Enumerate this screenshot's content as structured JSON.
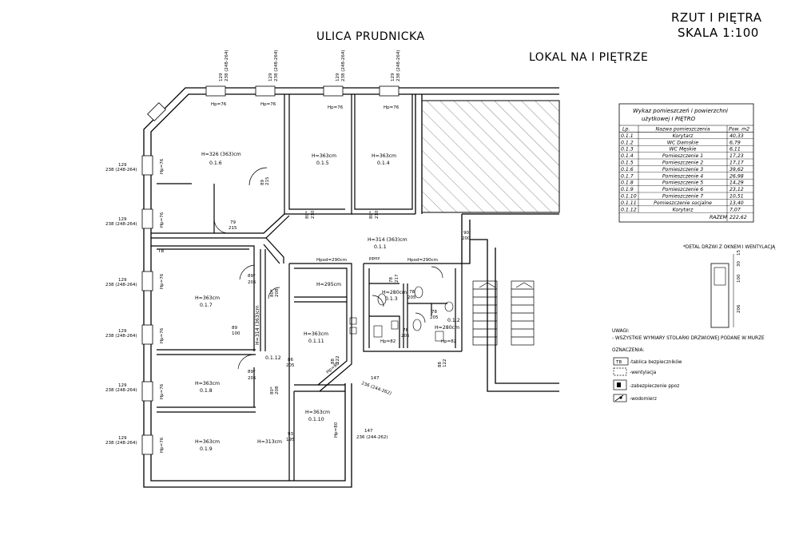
{
  "title": {
    "line1": "RZUT I PIĘTRA",
    "line2": "SKALA 1:100"
  },
  "street": "ULICA PRUDNICKA",
  "unit": "LOKAL NA I PIĘTRZE",
  "table": {
    "heading1": "Wykaz pomieszczeń i powierzchni",
    "heading2": "użytkowej     I PIĘTRO",
    "col_lp": "Lp.",
    "col_name": "Nazwa pomieszczenia",
    "col_area": "Pow. m2",
    "rows": [
      {
        "lp": "0.1.1",
        "name": "Korytarz",
        "area": "40,33"
      },
      {
        "lp": "0.1.2",
        "name": "WC Damskie",
        "area": "6,79"
      },
      {
        "lp": "0.1.3",
        "name": "WC Męskie",
        "area": "6,11"
      },
      {
        "lp": "0.1.4",
        "name": "Pomieszczenie 1",
        "area": "17,23"
      },
      {
        "lp": "0.1.5",
        "name": "Pomieszczenie 2",
        "area": "17,17"
      },
      {
        "lp": "0.1.6",
        "name": "Pomieszczenie 3",
        "area": "39,62"
      },
      {
        "lp": "0.1.7",
        "name": "Pomieszczenie 4",
        "area": "26,98"
      },
      {
        "lp": "0.1.8",
        "name": "Pomieszczenie 5",
        "area": "14,29"
      },
      {
        "lp": "0.1.9",
        "name": "Pomieszczenie 6",
        "area": "23,12"
      },
      {
        "lp": "0.1.10",
        "name": "Pomieszczenie 7",
        "area": "10,51"
      },
      {
        "lp": "0.1.11",
        "name": "Pomieszczenie socjalne",
        "area": "13,40"
      },
      {
        "lp": "0.1.12",
        "name": "Korytarz",
        "area": "7,07"
      }
    ],
    "total_label": "RAZEM",
    "total": "222,62"
  },
  "detail_caption": "*DETAL DRZWI Z OKNEM I WENTYLACJĄ",
  "detail_dims": {
    "d1": "15",
    "d2": "30",
    "d3": "100",
    "d4": "206"
  },
  "notes": {
    "label": "UWAGI:",
    "text": "- WSZYSTKIE WYMIARY STOLARKI DRZWIOWEJ PODANE W MURZE"
  },
  "legend": {
    "label": "OZNACZENIA:",
    "tb_symbol": "TB",
    "tb": "-tablica bezpieczników",
    "vent": "-wentylacja",
    "fire": "-zabezpieczenie ppoz",
    "meter": "-wodomierz"
  },
  "rooms": {
    "r16": {
      "h": "H=326 (363)cm",
      "id": "0.1.6"
    },
    "r15": {
      "h": "H=363cm",
      "id": "0.1.5"
    },
    "r14": {
      "h": "H=363cm",
      "id": "0.1.4"
    },
    "r11": {
      "h": "H=314 (363)cm",
      "id": "0.1.1"
    },
    "r17": {
      "h": "H=363cm",
      "id": "0.1.7"
    },
    "r18": {
      "h": "H=363cm",
      "id": "0.1.8"
    },
    "r19": {
      "h": "H=363cm",
      "id": "0.1.9"
    },
    "r110": {
      "h": "H=363cm",
      "id": "0.1.10"
    },
    "r111": {
      "h": "H=363cm",
      "id": "0.1.11"
    },
    "r112": {
      "h": "H=314 (363)cm",
      "id": "0.1.12"
    },
    "r13": {
      "h": "H=280cm",
      "id": "0.1.3"
    },
    "r12": {
      "h": "H=280cm",
      "id": "0.1.2"
    },
    "hall295": "H=295cm",
    "hall313": "H=313cm"
  },
  "labels": {
    "hp76": "Hp=76",
    "hp80": "Hp=80",
    "hp82": "Hp=82",
    "hpod": "Hpod=290cm",
    "ppoz": "ppoz",
    "tb": "TB",
    "win_a": "129",
    "win_b": "238 (248-264)",
    "win_c": "236 (244-262)",
    "w147": "147",
    "d79": "79",
    "d215": "215",
    "d89": "89",
    "d89s": "89*",
    "d205": "205",
    "d208": "208",
    "d210": "210",
    "d80s": "80*",
    "d90": "90",
    "d200": "200",
    "d86": "86",
    "d93": "93",
    "d195": "195",
    "d78": "78",
    "d76": "76",
    "d88": "88",
    "d122": "122",
    "d217": "217",
    "d100": "100"
  }
}
